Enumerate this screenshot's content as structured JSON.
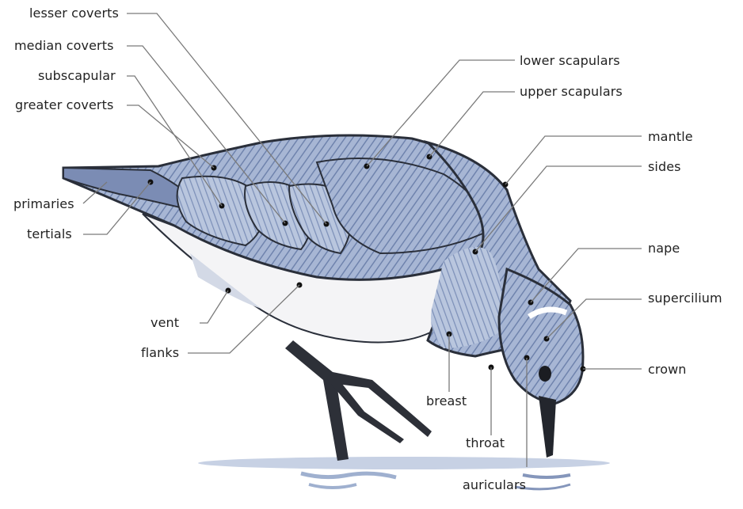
{
  "diagram": {
    "labels": {
      "lesser_coverts": "lesser coverts",
      "median_coverts": "median coverts",
      "subscapular": "subscapular",
      "greater_coverts": "greater coverts",
      "primaries": "primaries",
      "tertials": "tertials",
      "vent": "vent",
      "flanks": "flanks",
      "lower_scapulars": "lower scapulars",
      "upper_scapulars": "upper scapulars",
      "mantle": "mantle",
      "sides": "sides",
      "nape": "nape",
      "supercilium": "supercilium",
      "crown": "crown",
      "breast": "breast",
      "throat": "throat",
      "auriculars": "auriculars"
    },
    "colors": {
      "plumage_blue": "#8fa3c6",
      "plumage_light": "#c5d1e6",
      "outline": "#2a2f3a",
      "belly_white": "#f4f4f6",
      "leader_line": "#7a7a7a",
      "water": "#b8c4da"
    }
  }
}
